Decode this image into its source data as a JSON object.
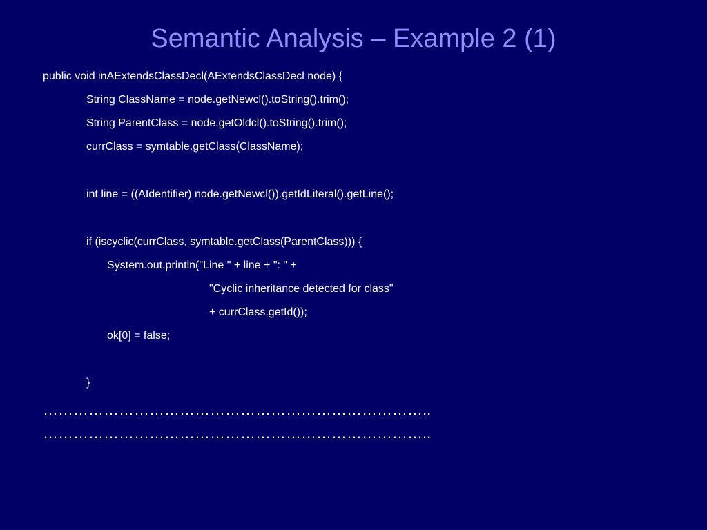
{
  "slide": {
    "title": "Semantic Analysis – Example 2 (1)"
  },
  "code": {
    "lines": [
      "public void inAExtendsClassDecl(AExtendsClassDecl node) {",
      "String ClassName = node.getNewcl().toString().trim();",
      "String ParentClass = node.getOldcl().toString().trim();",
      "currClass = symtable.getClass(ClassName);",
      "int line = ((AIdentifier) node.getNewcl()).getIdLiteral().getLine();",
      "if (iscyclic(currClass, symtable.getClass(ParentClass))) {",
      "System.out.println(\"Line \" + line + \": \" +",
      "\"Cyclic inheritance detected for class\"",
      "+ currClass.getId());",
      "ok[0] = false;",
      "}"
    ],
    "ellipsis_lines": [
      "…………………………………………………………………..",
      "………………………………………………………………….."
    ]
  },
  "colors": {
    "background": "#000066",
    "title": "#8f8fff",
    "text": "#ffffff"
  }
}
